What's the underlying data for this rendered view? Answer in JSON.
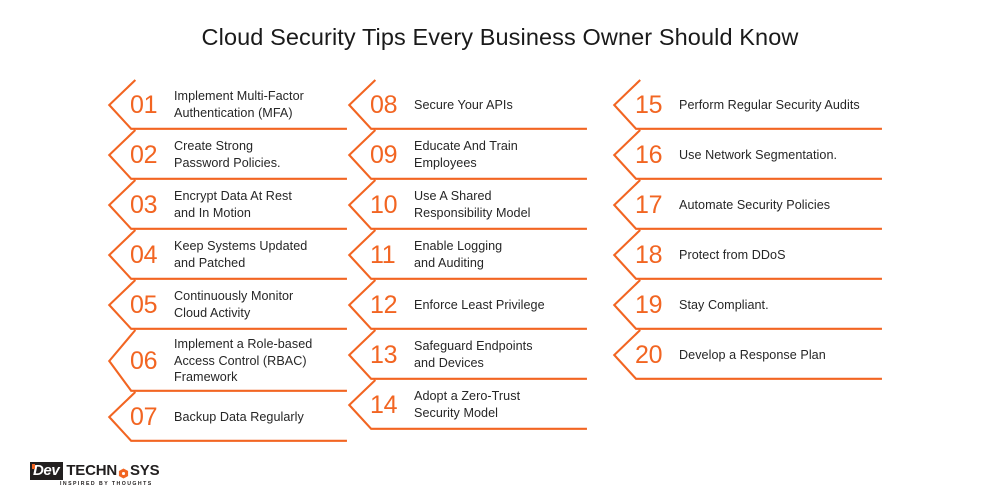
{
  "title": "Cloud Security Tips Every Business Owner Should Know",
  "colors": {
    "accent": "#F26522",
    "text": "#262626",
    "title": "#1a1a1a",
    "background": "#ffffff",
    "logo_dark": "#221f1f"
  },
  "columns": [
    {
      "name": "column-1",
      "items": [
        {
          "number": "01",
          "lines": [
            "Implement Multi-Factor",
            "Authentication (MFA)"
          ]
        },
        {
          "number": "02",
          "lines": [
            "Create Strong",
            "Password Policies."
          ]
        },
        {
          "number": "03",
          "lines": [
            "Encrypt Data At Rest",
            "and In Motion"
          ]
        },
        {
          "number": "04",
          "lines": [
            "Keep Systems Updated",
            "and Patched"
          ]
        },
        {
          "number": "05",
          "lines": [
            "Continuously Monitor",
            "Cloud Activity"
          ]
        },
        {
          "number": "06",
          "lines": [
            "Implement a Role-based",
            "Access Control (RBAC)",
            "Framework"
          ]
        },
        {
          "number": "07",
          "lines": [
            "Backup Data Regularly"
          ]
        }
      ]
    },
    {
      "name": "column-2",
      "items": [
        {
          "number": "08",
          "lines": [
            "Secure Your APIs"
          ]
        },
        {
          "number": "09",
          "lines": [
            "Educate And Train",
            "Employees"
          ]
        },
        {
          "number": "10",
          "lines": [
            "Use A Shared",
            "Responsibility Model"
          ]
        },
        {
          "number": "11",
          "lines": [
            "Enable Logging",
            "and Auditing"
          ]
        },
        {
          "number": "12",
          "lines": [
            "Enforce Least Privilege"
          ]
        },
        {
          "number": "13",
          "lines": [
            "Safeguard Endpoints",
            "and Devices"
          ]
        },
        {
          "number": "14",
          "lines": [
            "Adopt a Zero-Trust",
            "Security Model"
          ]
        }
      ]
    },
    {
      "name": "column-3",
      "items": [
        {
          "number": "15",
          "lines": [
            "Perform Regular Security Audits"
          ]
        },
        {
          "number": "16",
          "lines": [
            "Use Network Segmentation."
          ]
        },
        {
          "number": "17",
          "lines": [
            "Automate Security Policies"
          ]
        },
        {
          "number": "18",
          "lines": [
            "Protect from DDoS"
          ]
        },
        {
          "number": "19",
          "lines": [
            "Stay Compliant."
          ]
        },
        {
          "number": "20",
          "lines": [
            "Develop a Response Plan"
          ]
        }
      ]
    }
  ],
  "logo": {
    "dev": "Dev",
    "tech": "TECHN",
    "sys": "SYS",
    "tagline": "INSPIRED BY THOUGHTS",
    "hex_icon": "hexagon-gear-icon"
  }
}
